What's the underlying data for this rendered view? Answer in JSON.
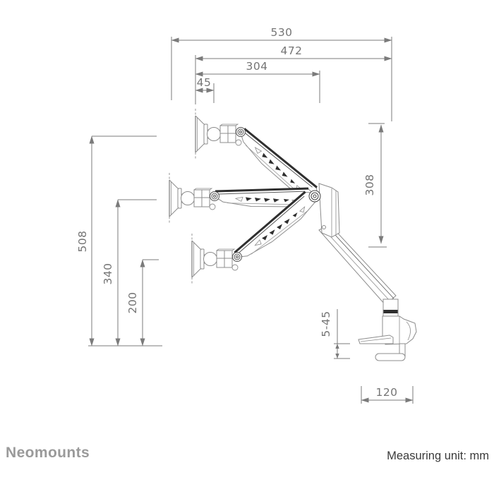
{
  "branding": {
    "logo_text": "Neomounts"
  },
  "footer": {
    "measuring_unit": "Measuring unit: mm"
  },
  "dims": {
    "overall_width_mm": "530",
    "extended_width_mm": "472",
    "arm_span_mm": "304",
    "vesa_offset_mm": "45",
    "max_height_mm": "508",
    "mid_height_mm": "340",
    "min_height_mm": "200",
    "vertical_range_mm": "308",
    "clamp_range_mm": "5-45",
    "base_depth_mm": "120"
  },
  "colors": {
    "background": "#ffffff",
    "dimension_line": "#7b7b7b",
    "dimension_text": "#757575",
    "drawing_light": "#8c8c8c",
    "drawing_dark": "#2f2f2f",
    "logo_gray": "#9a9a9a",
    "footer_text": "#3a3a3a"
  }
}
